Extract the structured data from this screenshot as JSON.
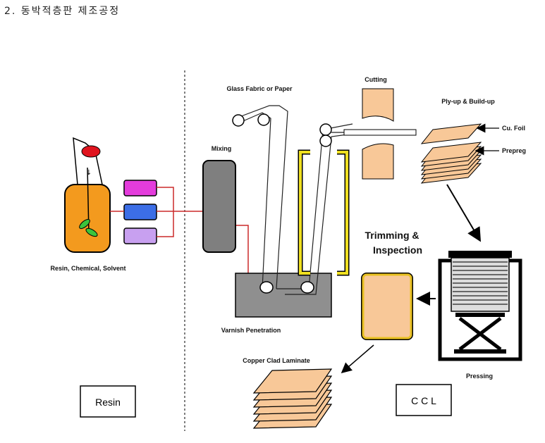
{
  "heading": "2. 동박적층판 제조공정",
  "labels": {
    "glass_fabric": "Glass Fabric or Paper",
    "cutting": "Cutting",
    "plyup": "Ply-up & Build-up",
    "cu_foil": "Cu. Foil",
    "prepreg": "Prepreg",
    "mixing": "Mixing",
    "trimming_line1": "Trimming &",
    "trimming_line2": "Inspection",
    "resin_chem": "Resin, Chemical, Solvent",
    "varnish": "Varnish Penetration",
    "pressing": "Pressing",
    "copper_clad": "Copper Clad Laminate",
    "resin_box": "Resin",
    "ccl_box": "C C L"
  },
  "colors": {
    "reactor": "#f39a1e",
    "stirrer_cap": "#e0141e",
    "impeller": "#3cc43c",
    "tank_magenta": "#e43cdc",
    "tank_blue": "#3c6ee6",
    "tank_violet": "#c8a0f0",
    "pipe": "#cc2a2a",
    "mixer": "#7f7f7f",
    "laminate": "#f8c898",
    "trim_frame": "#f0e020",
    "bath": "#8f8f8f"
  }
}
